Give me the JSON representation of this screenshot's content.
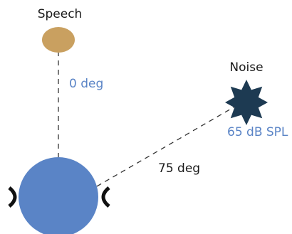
{
  "diagram": {
    "speech": {
      "label": "Speech",
      "angle_label": "0 deg"
    },
    "noise": {
      "label": "Noise",
      "angle_label": "75 deg",
      "level_label": "65 dB SPL"
    }
  },
  "colors": {
    "speech_source": "#C9A060",
    "listener_head": "#5A84C6",
    "noise_source": "#1D3A52",
    "blue_text": "#5A84C6",
    "dark_text": "#1a1a1a",
    "dashed_line": "#333333"
  }
}
